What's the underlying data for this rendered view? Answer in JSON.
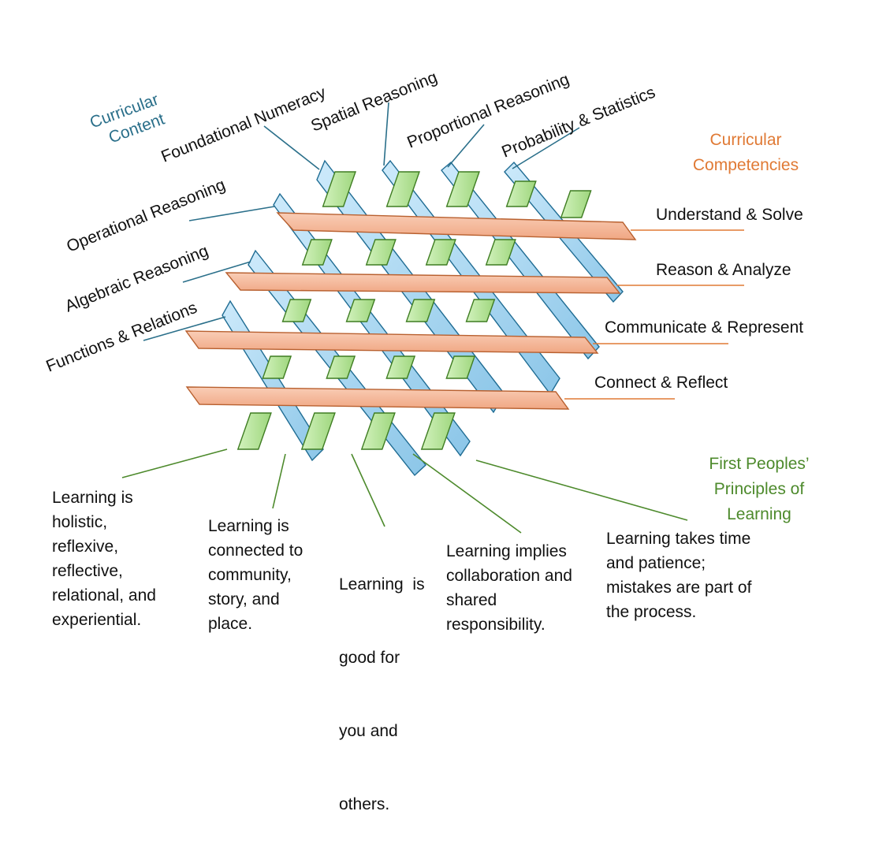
{
  "headings": {
    "curricular_content": [
      "Curricular",
      "Content"
    ],
    "curricular_competencies": [
      "Curricular",
      "Competencies"
    ],
    "first_peoples": [
      "First Peoples’",
      "Principles of",
      "Learning"
    ]
  },
  "content_areas": [
    "Foundational Numeracy",
    "Spatial Reasoning",
    "Proportional Reasoning",
    "Probability & Statistics",
    "Operational Reasoning",
    "Algebraic Reasoning",
    "Functions & Relations"
  ],
  "competencies": [
    "Understand & Solve",
    "Reason & Analyze",
    "Communicate & Represent",
    "Connect & Reflect"
  ],
  "principles": [
    [
      "Learning is",
      "holistic,",
      "reflexive,",
      "reflective,",
      "relational, and",
      "experiential."
    ],
    [
      "Learning is",
      "connected to",
      "community,",
      "story, and",
      "place."
    ],
    [
      "Learning  is",
      "good for",
      "you and",
      "others."
    ],
    [
      "Learning implies",
      "collaboration and",
      "shared",
      "responsibility."
    ],
    [
      "Learning takes time",
      "and patience;",
      "mistakes are part of",
      "the process."
    ]
  ],
  "colors": {
    "content_strand": "#a9d6f0",
    "competency_strand": "#f5b99a",
    "principle_strand": "#b5e39a",
    "content_line": "#2a6f8a",
    "competency_line": "#e07a35",
    "principle_line": "#4d8a2c"
  }
}
